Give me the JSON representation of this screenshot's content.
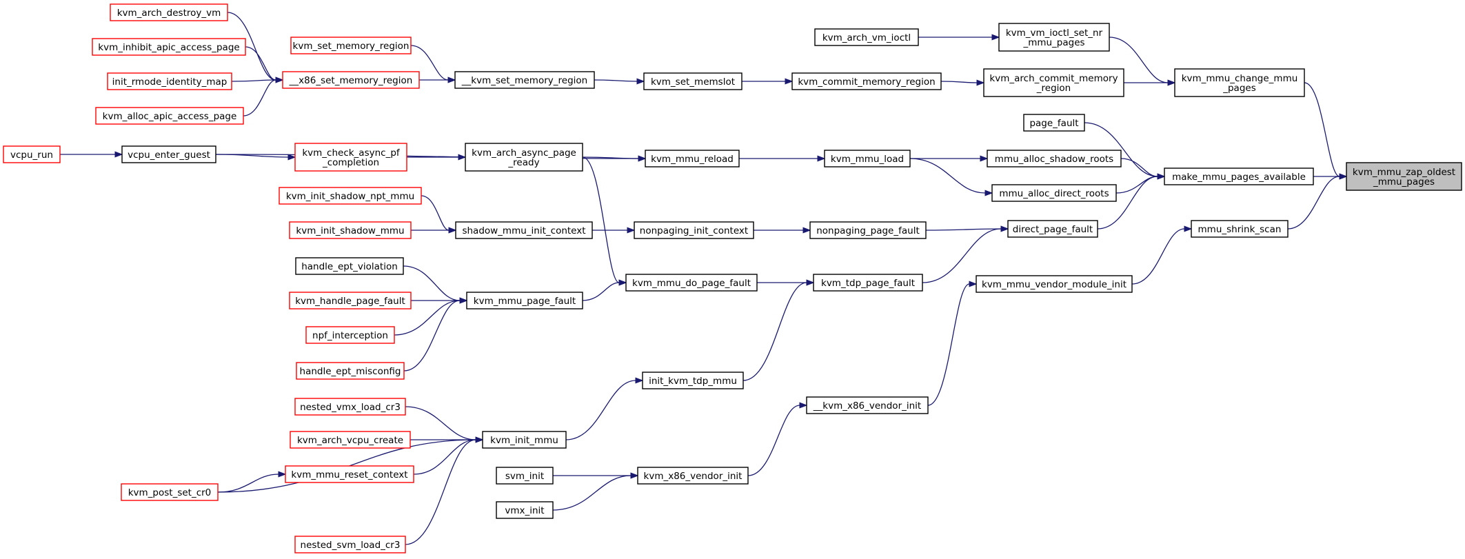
{
  "colors": {
    "edge": "#191970",
    "border_black": "#000000",
    "border_red": "#ff0000",
    "focus_fill": "#bfbfbf"
  },
  "nodes": [
    {
      "id": "zap",
      "lines": [
        "kvm_mmu_zap_oldest",
        "_mmu_pages"
      ],
      "border": "black",
      "focus": true
    },
    {
      "id": "change",
      "lines": [
        "kvm_mmu_change_mmu",
        "_pages"
      ],
      "border": "black"
    },
    {
      "id": "make",
      "lines": [
        "make_mmu_pages_available"
      ],
      "border": "black"
    },
    {
      "id": "shrink",
      "lines": [
        "mmu_shrink_scan"
      ],
      "border": "black"
    },
    {
      "id": "set_nr",
      "lines": [
        "kvm_vm_ioctl_set_nr",
        "_mmu_pages"
      ],
      "border": "black"
    },
    {
      "id": "arch_commit",
      "lines": [
        "kvm_arch_commit_memory",
        "_region"
      ],
      "border": "black"
    },
    {
      "id": "page_fault",
      "lines": [
        "page_fault"
      ],
      "border": "black"
    },
    {
      "id": "alloc_shadow",
      "lines": [
        "mmu_alloc_shadow_roots"
      ],
      "border": "black"
    },
    {
      "id": "alloc_direct",
      "lines": [
        "mmu_alloc_direct_roots"
      ],
      "border": "black"
    },
    {
      "id": "direct_pf",
      "lines": [
        "direct_page_fault"
      ],
      "border": "black"
    },
    {
      "id": "vendor_module",
      "lines": [
        "kvm_mmu_vendor_module_init"
      ],
      "border": "black"
    },
    {
      "id": "arch_vm_ioctl",
      "lines": [
        "kvm_arch_vm_ioctl"
      ],
      "border": "black"
    },
    {
      "id": "commit_mem",
      "lines": [
        "kvm_commit_memory_region"
      ],
      "border": "black"
    },
    {
      "id": "mmu_load",
      "lines": [
        "kvm_mmu_load"
      ],
      "border": "black"
    },
    {
      "id": "nonpaging_pf",
      "lines": [
        "nonpaging_page_fault"
      ],
      "border": "black"
    },
    {
      "id": "tdp_pf",
      "lines": [
        "kvm_tdp_page_fault"
      ],
      "border": "black"
    },
    {
      "id": "x86_vendor_init_",
      "lines": [
        "__kvm_x86_vendor_init"
      ],
      "border": "black"
    },
    {
      "id": "set_memslot",
      "lines": [
        "kvm_set_memslot"
      ],
      "border": "black"
    },
    {
      "id": "mmu_reload",
      "lines": [
        "kvm_mmu_reload"
      ],
      "border": "black"
    },
    {
      "id": "nonpaging_init",
      "lines": [
        "nonpaging_init_context"
      ],
      "border": "black"
    },
    {
      "id": "do_pf",
      "lines": [
        "kvm_mmu_do_page_fault"
      ],
      "border": "black"
    },
    {
      "id": "init_tdp",
      "lines": [
        "init_kvm_tdp_mmu"
      ],
      "border": "black"
    },
    {
      "id": "x86_vendor_init",
      "lines": [
        "kvm_x86_vendor_init"
      ],
      "border": "black"
    },
    {
      "id": "kvm_set_mem_",
      "lines": [
        "__kvm_set_memory_region"
      ],
      "border": "black"
    },
    {
      "id": "async_ready",
      "lines": [
        "kvm_arch_async_page",
        "_ready"
      ],
      "border": "black"
    },
    {
      "id": "shadow_init",
      "lines": [
        "shadow_mmu_init_context"
      ],
      "border": "black"
    },
    {
      "id": "mmu_pf",
      "lines": [
        "kvm_mmu_page_fault"
      ],
      "border": "black"
    },
    {
      "id": "init_mmu",
      "lines": [
        "kvm_init_mmu"
      ],
      "border": "black"
    },
    {
      "id": "x86_set_mem",
      "lines": [
        "__x86_set_memory_region"
      ],
      "border": "red"
    },
    {
      "id": "set_mem",
      "lines": [
        "kvm_set_memory_region"
      ],
      "border": "red"
    },
    {
      "id": "check_async",
      "lines": [
        "kvm_check_async_pf",
        "_completion"
      ],
      "border": "red"
    },
    {
      "id": "init_shadow_npt",
      "lines": [
        "kvm_init_shadow_npt_mmu"
      ],
      "border": "red"
    },
    {
      "id": "init_shadow",
      "lines": [
        "kvm_init_shadow_mmu"
      ],
      "border": "red"
    },
    {
      "id": "ept_violation",
      "lines": [
        "handle_ept_violation"
      ],
      "border": "black"
    },
    {
      "id": "handle_pf",
      "lines": [
        "kvm_handle_page_fault"
      ],
      "border": "red"
    },
    {
      "id": "npf",
      "lines": [
        "npf_interception"
      ],
      "border": "red"
    },
    {
      "id": "ept_misconfig",
      "lines": [
        "handle_ept_misconfig"
      ],
      "border": "red"
    },
    {
      "id": "nested_vmx",
      "lines": [
        "nested_vmx_load_cr3"
      ],
      "border": "red"
    },
    {
      "id": "vcpu_create",
      "lines": [
        "kvm_arch_vcpu_create"
      ],
      "border": "red"
    },
    {
      "id": "reset_ctx",
      "lines": [
        "kvm_mmu_reset_context"
      ],
      "border": "red"
    },
    {
      "id": "nested_svm",
      "lines": [
        "nested_svm_load_cr3"
      ],
      "border": "red"
    },
    {
      "id": "svm_init",
      "lines": [
        "svm_init"
      ],
      "border": "black"
    },
    {
      "id": "vmx_init",
      "lines": [
        "vmx_init"
      ],
      "border": "black"
    },
    {
      "id": "destroy_vm",
      "lines": [
        "kvm_arch_destroy_vm"
      ],
      "border": "red"
    },
    {
      "id": "inhibit_apic",
      "lines": [
        "kvm_inhibit_apic_access_page"
      ],
      "border": "red"
    },
    {
      "id": "rmode",
      "lines": [
        "init_rmode_identity_map"
      ],
      "border": "red"
    },
    {
      "id": "alloc_apic",
      "lines": [
        "kvm_alloc_apic_access_page"
      ],
      "border": "red"
    },
    {
      "id": "vcpu_enter",
      "lines": [
        "vcpu_enter_guest"
      ],
      "border": "black"
    },
    {
      "id": "vcpu_run",
      "lines": [
        "vcpu_run"
      ],
      "border": "red"
    },
    {
      "id": "post_cr0",
      "lines": [
        "kvm_post_set_cr0"
      ],
      "border": "red"
    }
  ],
  "edges": [
    [
      "change",
      "zap"
    ],
    [
      "make",
      "zap"
    ],
    [
      "shrink",
      "zap"
    ],
    [
      "set_nr",
      "change"
    ],
    [
      "arch_commit",
      "change"
    ],
    [
      "page_fault",
      "make"
    ],
    [
      "alloc_shadow",
      "make"
    ],
    [
      "alloc_direct",
      "make"
    ],
    [
      "direct_pf",
      "make"
    ],
    [
      "vendor_module",
      "shrink"
    ],
    [
      "arch_vm_ioctl",
      "set_nr"
    ],
    [
      "commit_mem",
      "arch_commit"
    ],
    [
      "mmu_load",
      "alloc_shadow"
    ],
    [
      "mmu_load",
      "alloc_direct"
    ],
    [
      "nonpaging_pf",
      "direct_pf"
    ],
    [
      "tdp_pf",
      "direct_pf"
    ],
    [
      "x86_vendor_init_",
      "vendor_module"
    ],
    [
      "set_memslot",
      "commit_mem"
    ],
    [
      "mmu_reload",
      "mmu_load"
    ],
    [
      "nonpaging_init",
      "nonpaging_pf"
    ],
    [
      "do_pf",
      "tdp_pf"
    ],
    [
      "init_tdp",
      "tdp_pf"
    ],
    [
      "x86_vendor_init",
      "x86_vendor_init_"
    ],
    [
      "kvm_set_mem_",
      "set_memslot"
    ],
    [
      "async_ready",
      "mmu_reload"
    ],
    [
      "vcpu_enter",
      "mmu_reload"
    ],
    [
      "shadow_init",
      "nonpaging_init"
    ],
    [
      "mmu_pf",
      "do_pf"
    ],
    [
      "async_ready",
      "do_pf"
    ],
    [
      "init_mmu",
      "init_tdp"
    ],
    [
      "svm_init",
      "x86_vendor_init"
    ],
    [
      "vmx_init",
      "x86_vendor_init"
    ],
    [
      "x86_set_mem",
      "kvm_set_mem_"
    ],
    [
      "set_mem",
      "kvm_set_mem_"
    ],
    [
      "check_async",
      "async_ready"
    ],
    [
      "init_shadow_npt",
      "shadow_init"
    ],
    [
      "init_shadow",
      "shadow_init"
    ],
    [
      "ept_violation",
      "mmu_pf"
    ],
    [
      "handle_pf",
      "mmu_pf"
    ],
    [
      "npf",
      "mmu_pf"
    ],
    [
      "ept_misconfig",
      "mmu_pf"
    ],
    [
      "nested_vmx",
      "init_mmu"
    ],
    [
      "vcpu_create",
      "init_mmu"
    ],
    [
      "reset_ctx",
      "init_mmu"
    ],
    [
      "post_cr0",
      "init_mmu"
    ],
    [
      "nested_svm",
      "init_mmu"
    ],
    [
      "destroy_vm",
      "x86_set_mem"
    ],
    [
      "inhibit_apic",
      "x86_set_mem"
    ],
    [
      "rmode",
      "x86_set_mem"
    ],
    [
      "alloc_apic",
      "x86_set_mem"
    ],
    [
      "vcpu_enter",
      "check_async"
    ],
    [
      "vcpu_run",
      "vcpu_enter"
    ],
    [
      "post_cr0",
      "reset_ctx"
    ]
  ]
}
